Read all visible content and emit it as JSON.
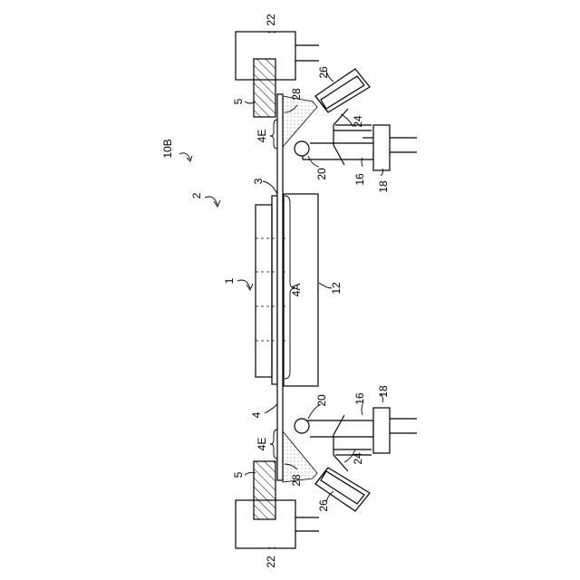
{
  "labels": {
    "top_block": "22",
    "bottom_block": "22",
    "top_clamp": "5",
    "bottom_clamp": "5",
    "top_nozzle": "26",
    "bottom_nozzle": "26",
    "top_spray": "28",
    "bottom_spray": "28",
    "top_edge": "4E",
    "bottom_edge": "4E",
    "top_shield": "24",
    "bottom_shield": "24",
    "top_arm": "16",
    "bottom_arm": "16",
    "top_mount": "18",
    "bottom_mount": "18",
    "top_roller": "20",
    "bottom_roller": "20",
    "apparatus": "10B",
    "assembly": "2",
    "wafer_edge": "3",
    "wafer": "1",
    "region": "4A",
    "stage": "12",
    "tape": "4"
  }
}
